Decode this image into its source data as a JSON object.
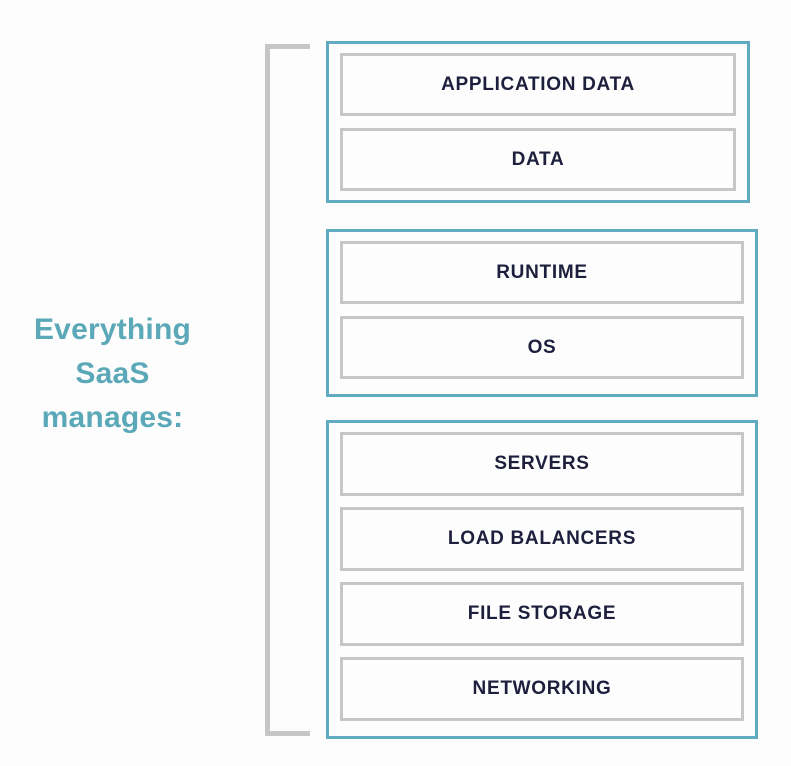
{
  "caption": {
    "lines": [
      "Everything",
      "SaaS",
      "manages:"
    ],
    "color": "#5aa8b8"
  },
  "bracket": {
    "name": "scope-bracket",
    "color": "#c6c6c6"
  },
  "colors": {
    "group_border": "#62aac0",
    "layer_border": "#c6c6c6",
    "layer_text": "#1d1f3d",
    "background": "#fdfdfd",
    "accent_teal": "#5aa8b8"
  },
  "groups": [
    {
      "id": "data-group",
      "layers": [
        {
          "label": "APPLICATION DATA"
        },
        {
          "label": "DATA"
        }
      ]
    },
    {
      "id": "platform-group",
      "layers": [
        {
          "label": "RUNTIME"
        },
        {
          "label": "OS"
        }
      ]
    },
    {
      "id": "infrastructure-group",
      "layers": [
        {
          "label": "SERVERS"
        },
        {
          "label": "LOAD BALANCERS"
        },
        {
          "label": "FILE STORAGE"
        },
        {
          "label": "NETWORKING"
        }
      ]
    }
  ]
}
